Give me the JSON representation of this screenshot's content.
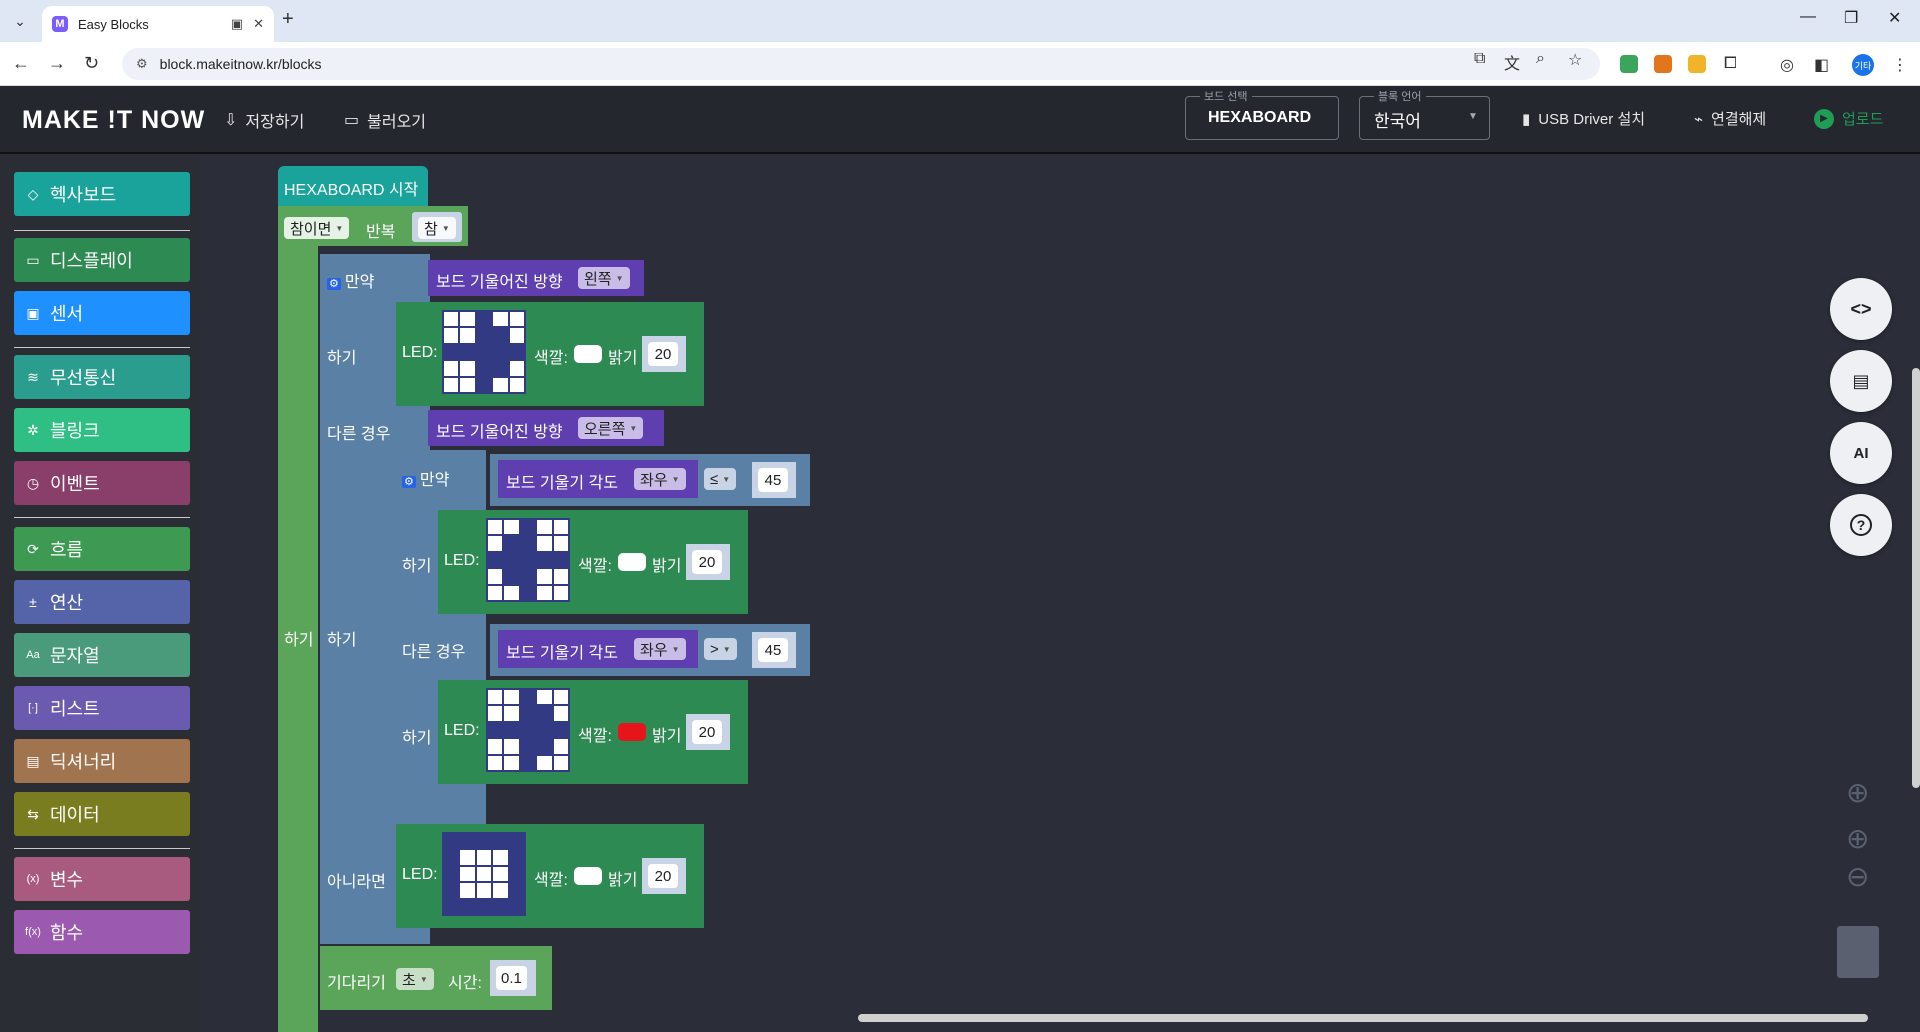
{
  "browser": {
    "tab_title": "Easy Blocks",
    "favicon_letter": "M",
    "url": "block.makeitnow.kr/blocks",
    "profile_label": "기타"
  },
  "header": {
    "logo": "MAKE !T NOW",
    "save_label": "저장하기",
    "load_label": "불러오기",
    "board_legend": "보드 선택",
    "board_value": "HEXABOARD",
    "lang_legend": "블록 언어",
    "lang_value": "한국어",
    "usb_label": "USB Driver 설치",
    "disconnect_label": "연결해제",
    "upload_label": "업로드"
  },
  "sidebar": {
    "items": [
      {
        "label": "헥사보드",
        "color": "#1aa39a",
        "icon": "◇"
      },
      {
        "label": "디스플레이",
        "color": "#2e8a53",
        "icon": "▭"
      },
      {
        "label": "센서",
        "color": "#1e90ff",
        "icon": "▣"
      },
      {
        "label": "무선통신",
        "color": "#2a9d8f",
        "icon": "≋"
      },
      {
        "label": "블링크",
        "color": "#2fbf85",
        "icon": "✲"
      },
      {
        "label": "이벤트",
        "color": "#8a3f6a",
        "icon": "◷"
      },
      {
        "label": "흐름",
        "color": "#3e9a52",
        "icon": "⟳"
      },
      {
        "label": "연산",
        "color": "#5563a8",
        "icon": "±"
      },
      {
        "label": "문자열",
        "color": "#4a9a7c",
        "icon": "Aa"
      },
      {
        "label": "리스트",
        "color": "#6a5bb0",
        "icon": "[·]"
      },
      {
        "label": "딕셔너리",
        "color": "#a0744e",
        "icon": "▤"
      },
      {
        "label": "데이터",
        "color": "#7a7d1f",
        "icon": "⇆"
      },
      {
        "label": "변수",
        "color": "#a85b7f",
        "icon": "(x)"
      },
      {
        "label": "함수",
        "color": "#9b5ab0",
        "icon": "f(x)"
      }
    ]
  },
  "blocks": {
    "start": "HEXABOARD 시작",
    "loop_mode": "참이면",
    "loop_label": "반복",
    "loop_cond": "참",
    "do": "하기",
    "if": "만약",
    "else_if": "다른 경우",
    "else": "아니라면",
    "tilt_dir": "보드 기울어진 방향",
    "left": "왼쪽",
    "right": "오른쪽",
    "tilt_angle": "보드 기울기 각도",
    "axis": "좌우",
    "le": "≤",
    "gt": ">",
    "angle_val": "45",
    "led": "LED:",
    "color": "색깔:",
    "bright": "밝기",
    "bright_val": "20",
    "wait": "기다리기",
    "unit": "초",
    "time": "시간:",
    "wait_val": "0.1",
    "red": "#e8141c",
    "white": "#ffffff"
  },
  "fabs": {
    "code": "<>",
    "ai": "AI",
    "help": "?"
  }
}
